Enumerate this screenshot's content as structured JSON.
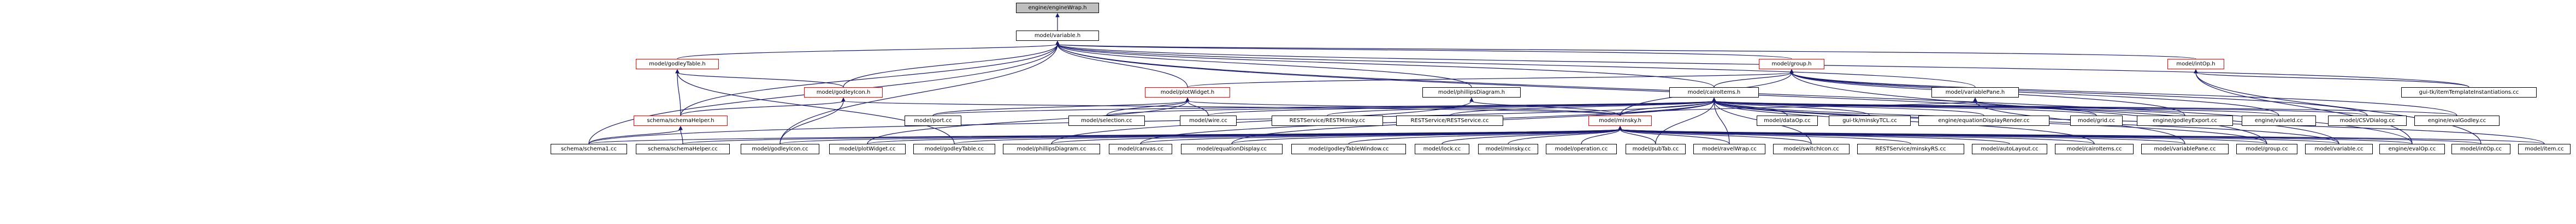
{
  "graph": {
    "nodes": [
      {
        "id": "root",
        "label": "engine/engineWrap.h",
        "root": true
      },
      {
        "id": "variable_h",
        "label": "model/variable.h"
      },
      {
        "id": "godleyTable_h",
        "label": "model/godleyTable.h",
        "truncated": true
      },
      {
        "id": "group_h",
        "label": "model/group.h",
        "truncated": true
      },
      {
        "id": "intOp_h",
        "label": "model/intOp.h",
        "truncated": true
      },
      {
        "id": "godleyIcon_h",
        "label": "model/godleyIcon.h",
        "truncated": true
      },
      {
        "id": "plotWidget_h",
        "label": "model/plotWidget.h",
        "truncated": true
      },
      {
        "id": "phillipsDiagram_h",
        "label": "model/phillipsDiagram.h"
      },
      {
        "id": "cairoItems_h",
        "label": "model/cairoItems.h"
      },
      {
        "id": "variablePane_h",
        "label": "model/variablePane.h"
      },
      {
        "id": "tclTemplates",
        "label": "gui-tk/itemTemplateInstantiations.cc"
      },
      {
        "id": "schemaHelper_h",
        "label": "schema/schemaHelper.h",
        "truncated": true
      },
      {
        "id": "port_cc",
        "label": "model/port.cc"
      },
      {
        "id": "selection_cc",
        "label": "model/selection.cc"
      },
      {
        "id": "wire_cc",
        "label": "model/wire.cc"
      },
      {
        "id": "restMinsky_cc",
        "label": "RESTService/RESTMinsky.cc"
      },
      {
        "id": "restService_cc",
        "label": "RESTService/RESTService.cc"
      },
      {
        "id": "minsky_h",
        "label": "model/minsky.h",
        "truncated": true
      },
      {
        "id": "dataOp_cc",
        "label": "model/dataOp.cc"
      },
      {
        "id": "minskyTCL_cc",
        "label": "gui-tk/minskyTCL.cc"
      },
      {
        "id": "eqRender_cc",
        "label": "engine/equationDisplayRender.cc"
      },
      {
        "id": "grid_cc",
        "label": "model/grid.cc"
      },
      {
        "id": "godleyExport_cc",
        "label": "engine/godleyExport.cc"
      },
      {
        "id": "valueId_cc",
        "label": "engine/valueId.cc"
      },
      {
        "id": "csvDialog_cc",
        "label": "model/CSVDialog.cc"
      },
      {
        "id": "evalGodley_cc",
        "label": "engine/evalGodley.cc"
      },
      {
        "id": "schema1_cc",
        "label": "schema/schema1.cc"
      },
      {
        "id": "schemaHelper_cc",
        "label": "schema/schemaHelper.cc"
      },
      {
        "id": "godleyIcon_cc",
        "label": "model/godleyIcon.cc"
      },
      {
        "id": "plotWidget_cc",
        "label": "model/plotWidget.cc"
      },
      {
        "id": "godleyTable_cc",
        "label": "model/godleyTable.cc"
      },
      {
        "id": "phillipsDiagram_cc",
        "label": "model/phillipsDiagram.cc"
      },
      {
        "id": "canvas_cc",
        "label": "model/canvas.cc"
      },
      {
        "id": "equationDisplay_cc",
        "label": "model/equationDisplay.cc"
      },
      {
        "id": "godleyTableWindow_cc",
        "label": "model/godleyTableWindow.cc"
      },
      {
        "id": "lock_cc",
        "label": "model/lock.cc"
      },
      {
        "id": "minsky_cc",
        "label": "model/minsky.cc"
      },
      {
        "id": "operation_cc",
        "label": "model/operation.cc"
      },
      {
        "id": "pubTab_cc",
        "label": "model/pubTab.cc"
      },
      {
        "id": "ravelWrap_cc",
        "label": "model/ravelWrap.cc"
      },
      {
        "id": "switchIcon_cc",
        "label": "model/switchIcon.cc"
      },
      {
        "id": "restMinskyRS_cc",
        "label": "RESTService/minskyRS.cc"
      },
      {
        "id": "autoLayout_cc",
        "label": "model/autoLayout.cc"
      },
      {
        "id": "cairoItems_cc",
        "label": "model/cairoItems.cc"
      },
      {
        "id": "variablePane_cc",
        "label": "model/variablePane.cc"
      },
      {
        "id": "group_cc",
        "label": "model/group.cc"
      },
      {
        "id": "variable_cc",
        "label": "model/variable.cc"
      },
      {
        "id": "evalOp_cc",
        "label": "engine/evalOp.cc"
      },
      {
        "id": "intOp_cc",
        "label": "model/intOp.cc"
      },
      {
        "id": "item_cc",
        "label": "model/item.cc"
      }
    ],
    "edges": [
      [
        "root",
        "variable_h"
      ],
      [
        "variable_h",
        "godleyTable_h"
      ],
      [
        "variable_h",
        "group_h"
      ],
      [
        "variable_h",
        "intOp_h"
      ],
      [
        "variable_h",
        "plotWidget_h"
      ],
      [
        "variable_h",
        "phillipsDiagram_h"
      ],
      [
        "variable_h",
        "cairoItems_h"
      ],
      [
        "variable_h",
        "variablePane_h"
      ],
      [
        "variable_h",
        "schemaHelper_h"
      ],
      [
        "variable_h",
        "tclTemplates"
      ],
      [
        "variable_h",
        "godleyIcon_h"
      ],
      [
        "variable_h",
        "variable_cc"
      ],
      [
        "variable_h",
        "evalOp_cc"
      ],
      [
        "variable_h",
        "schema1_cc"
      ],
      [
        "variable_h",
        "godleyIcon_cc"
      ],
      [
        "godleyTable_h",
        "godleyIcon_h"
      ],
      [
        "godleyTable_h",
        "schemaHelper_h"
      ],
      [
        "godleyTable_h",
        "godleyTable_cc"
      ],
      [
        "group_h",
        "cairoItems_h"
      ],
      [
        "group_h",
        "minsky_h"
      ],
      [
        "group_h",
        "godleyExport_cc"
      ],
      [
        "group_h",
        "valueId_cc"
      ],
      [
        "group_h",
        "csvDialog_cc"
      ],
      [
        "group_h",
        "evalGodley_cc"
      ],
      [
        "group_h",
        "plotWidget_h"
      ],
      [
        "group_h",
        "group_cc"
      ],
      [
        "intOp_h",
        "tclTemplates"
      ],
      [
        "intOp_h",
        "intOp_cc"
      ],
      [
        "intOp_h",
        "evalOp_cc"
      ],
      [
        "godleyIcon_h",
        "schemaHelper_h"
      ],
      [
        "godleyIcon_h",
        "godleyIcon_cc"
      ],
      [
        "godleyIcon_h",
        "minsky_h"
      ],
      [
        "plotWidget_h",
        "port_cc"
      ],
      [
        "plotWidget_h",
        "selection_cc"
      ],
      [
        "plotWidget_h",
        "wire_cc"
      ],
      [
        "plotWidget_h",
        "plotWidget_cc"
      ],
      [
        "plotWidget_h",
        "minsky_h"
      ],
      [
        "phillipsDiagram_h",
        "minsky_h"
      ],
      [
        "phillipsDiagram_h",
        "phillipsDiagram_cc"
      ],
      [
        "cairoItems_h",
        "restMinsky_cc"
      ],
      [
        "cairoItems_h",
        "restService_cc"
      ],
      [
        "cairoItems_h",
        "minsky_h"
      ],
      [
        "cairoItems_h",
        "dataOp_cc"
      ],
      [
        "cairoItems_h",
        "minskyTCL_cc"
      ],
      [
        "cairoItems_h",
        "eqRender_cc"
      ],
      [
        "cairoItems_h",
        "grid_cc"
      ],
      [
        "cairoItems_h",
        "godleyExport_cc"
      ],
      [
        "cairoItems_h",
        "valueId_cc"
      ],
      [
        "cairoItems_h",
        "csvDialog_cc"
      ],
      [
        "cairoItems_h",
        "evalGodley_cc"
      ],
      [
        "cairoItems_h",
        "port_cc"
      ],
      [
        "cairoItems_h",
        "selection_cc"
      ],
      [
        "cairoItems_h",
        "wire_cc"
      ],
      [
        "cairoItems_h",
        "schema1_cc"
      ],
      [
        "cairoItems_h",
        "canvas_cc"
      ],
      [
        "cairoItems_h",
        "equationDisplay_cc"
      ],
      [
        "cairoItems_h",
        "pubTab_cc"
      ],
      [
        "cairoItems_h",
        "ravelWrap_cc"
      ],
      [
        "cairoItems_h",
        "switchIcon_cc"
      ],
      [
        "cairoItems_h",
        "cairoItems_cc"
      ],
      [
        "cairoItems_h",
        "item_cc"
      ],
      [
        "cairoItems_h",
        "group_cc"
      ],
      [
        "cairoItems_h",
        "variable_cc"
      ],
      [
        "variablePane_h",
        "variablePane_cc"
      ],
      [
        "variablePane_h",
        "grid_cc"
      ],
      [
        "variablePane_h",
        "minsky_h"
      ],
      [
        "schemaHelper_h",
        "schema1_cc"
      ],
      [
        "schemaHelper_h",
        "schemaHelper_cc"
      ],
      [
        "minsky_h",
        "schema1_cc"
      ],
      [
        "minsky_h",
        "schemaHelper_cc"
      ],
      [
        "minsky_h",
        "godleyIcon_cc"
      ],
      [
        "minsky_h",
        "plotWidget_cc"
      ],
      [
        "minsky_h",
        "godleyTable_cc"
      ],
      [
        "minsky_h",
        "phillipsDiagram_cc"
      ],
      [
        "minsky_h",
        "canvas_cc"
      ],
      [
        "minsky_h",
        "equationDisplay_cc"
      ],
      [
        "minsky_h",
        "godleyTableWindow_cc"
      ],
      [
        "minsky_h",
        "lock_cc"
      ],
      [
        "minsky_h",
        "minsky_cc"
      ],
      [
        "minsky_h",
        "operation_cc"
      ],
      [
        "minsky_h",
        "pubTab_cc"
      ],
      [
        "minsky_h",
        "ravelWrap_cc"
      ],
      [
        "minsky_h",
        "switchIcon_cc"
      ],
      [
        "minsky_h",
        "restMinskyRS_cc"
      ],
      [
        "minsky_h",
        "autoLayout_cc"
      ],
      [
        "minsky_h",
        "cairoItems_cc"
      ],
      [
        "minsky_h",
        "variablePane_cc"
      ],
      [
        "minsky_h",
        "group_cc"
      ],
      [
        "minsky_h",
        "variable_cc"
      ],
      [
        "minsky_h",
        "evalOp_cc"
      ],
      [
        "minsky_h",
        "intOp_cc"
      ],
      [
        "minsky_h",
        "item_cc"
      ]
    ]
  }
}
